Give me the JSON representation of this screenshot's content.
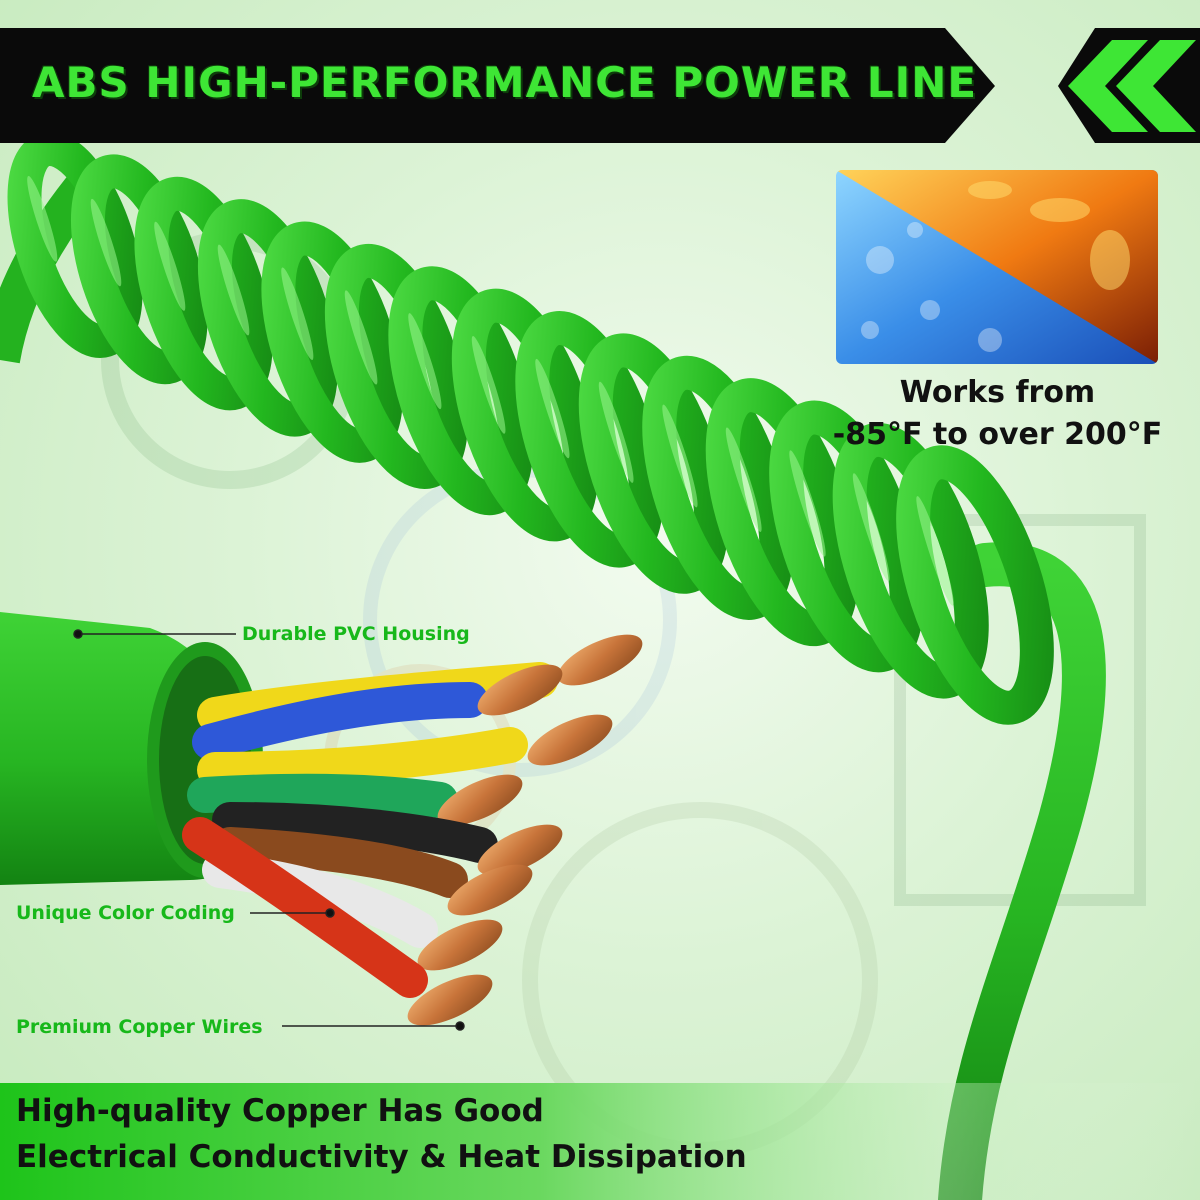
{
  "banner": {
    "title": "ABS HIGH-PERFORMANCE POWER LINE"
  },
  "temperature": {
    "line1": "Works from",
    "line2": "-85°F to over 200°F"
  },
  "callouts": {
    "housing": "Durable PVC Housing",
    "color_coding": "Unique Color Coding",
    "copper": "Premium Copper Wires"
  },
  "bottom": {
    "line1": "High-quality Copper Has Good",
    "line2": "Electrical Conductivity & Heat Dissipation"
  },
  "colors": {
    "cable_green": "#2ec12a",
    "title_green": "#3ee635",
    "callout_green": "#17b81a",
    "banner_black": "#0a0a0a"
  }
}
